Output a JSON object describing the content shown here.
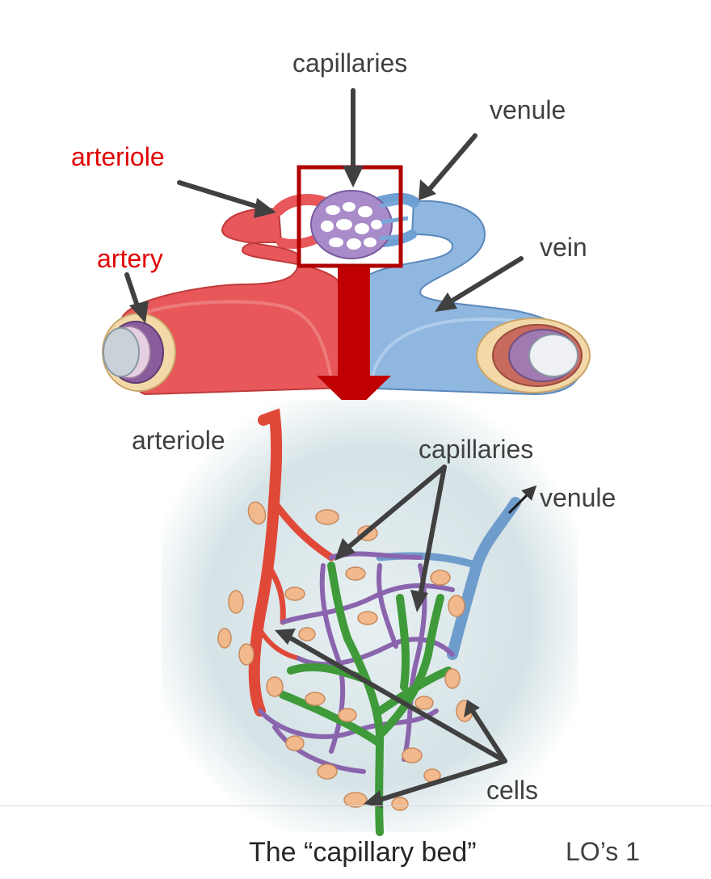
{
  "top_diagram": {
    "labels": {
      "capillaries": "capillaries",
      "venule": "venule",
      "arteriole": "arteriole",
      "artery": "artery",
      "vein": "vein"
    },
    "highlight_color": "#b00000",
    "artery_color": "#e84c4c",
    "vein_color": "#6fa0d4",
    "capillary_color": "#9a7cc0"
  },
  "bottom_diagram": {
    "labels": {
      "arteriole": "arteriole",
      "capillaries": "capillaries",
      "venule": "venule",
      "cells": "cells"
    },
    "lymph_color": "#3f9a3a",
    "cell_color": "#f1b98c"
  },
  "footer": {
    "caption": "The “capillary bed”",
    "slide_label": "LO’s 1"
  }
}
